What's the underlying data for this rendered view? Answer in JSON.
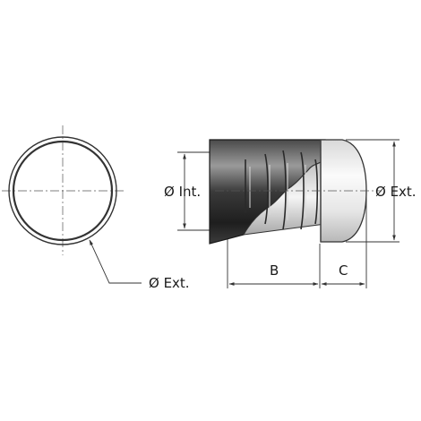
{
  "labels": {
    "front_ext": "Ø Ext.",
    "int": "Ø Int.",
    "side_ext": "Ø Ext.",
    "b": "B",
    "c": "C"
  },
  "colors": {
    "body_dark": "#2a2a2a",
    "body_light": "#8a8a8a",
    "cap_light": "#f4f4f4",
    "cap_shade": "#c8c8c8",
    "line": "#222222"
  }
}
